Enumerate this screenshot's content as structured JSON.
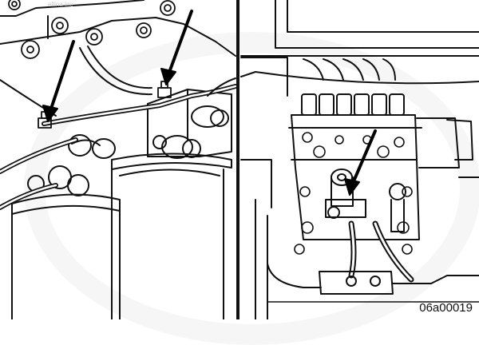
{
  "figure": {
    "figure_id": "06a00019",
    "watermark_text": "ellina Inc",
    "panels": [
      {
        "name": "left-panel-fuel-filter-head",
        "arrow_count": 2
      },
      {
        "name": "right-panel-injection-pump",
        "arrow_count": 1
      }
    ],
    "colors": {
      "line": "#111111",
      "background": "#ffffff",
      "watermark": "#c8c8c8"
    }
  }
}
